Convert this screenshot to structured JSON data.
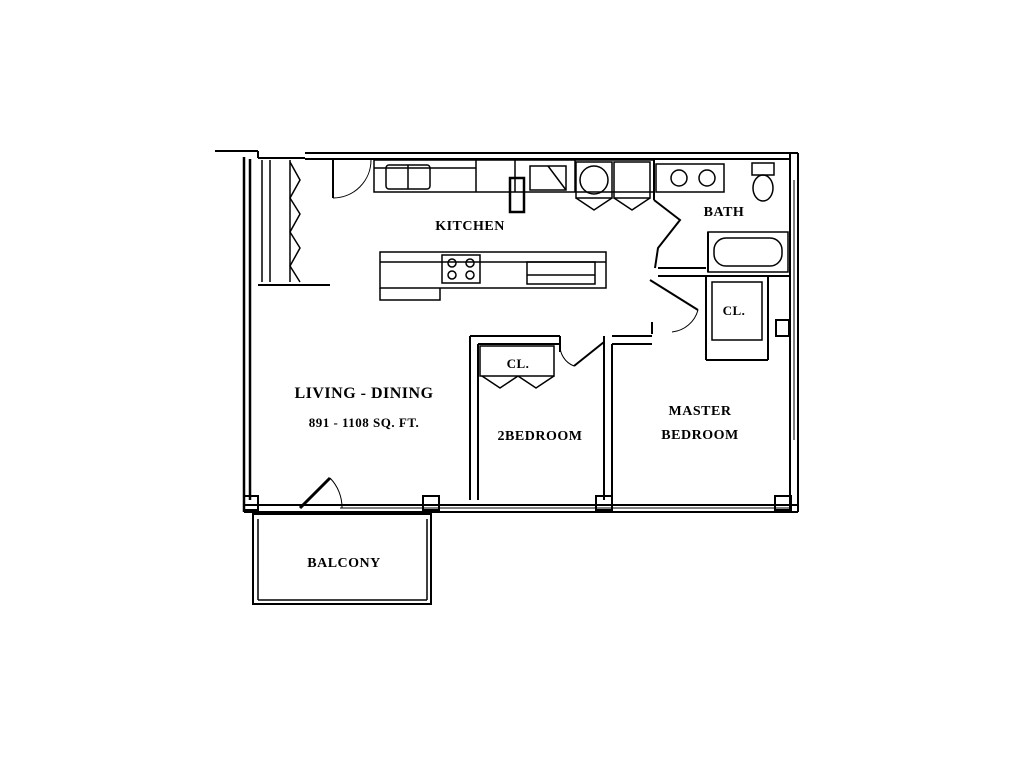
{
  "plan": {
    "line_color": "#000000",
    "background": "#ffffff"
  },
  "rooms": {
    "kitchen": "KITCHEN",
    "bath": "BATH",
    "bath_closet": "CL.",
    "living_dining": "LIVING - DINING",
    "area": "891 - 1108 SQ. FT.",
    "bedroom_closet": "CL.",
    "second_bedroom": "2BEDROOM",
    "master_line1": "MASTER",
    "master_line2": "BEDROOM",
    "balcony": "BALCONY"
  }
}
